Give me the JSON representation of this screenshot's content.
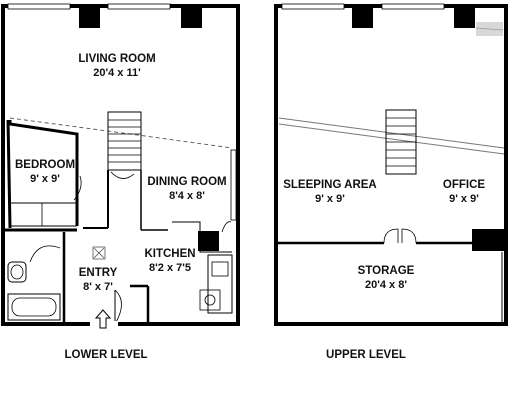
{
  "lower_level": {
    "label": "LOWER LEVEL",
    "rooms": {
      "living_room": {
        "name": "LIVING ROOM",
        "dims": "20'4 x 11'"
      },
      "bedroom": {
        "name": "BEDROOM",
        "dims": "9' x 9'"
      },
      "dining_room": {
        "name": "DINING ROOM",
        "dims": "8'4 x 8'"
      },
      "kitchen": {
        "name": "KITCHEN",
        "dims": "8'2 x 7'5"
      },
      "entry": {
        "name": "ENTRY",
        "dims": "8' x 7'"
      }
    }
  },
  "upper_level": {
    "label": "UPPER LEVEL",
    "rooms": {
      "sleeping_area": {
        "name": "SLEEPING AREA",
        "dims": "9' x 9'"
      },
      "office": {
        "name": "OFFICE",
        "dims": "9' x 9'"
      },
      "storage": {
        "name": "STORAGE",
        "dims": "20'4 x 8'"
      }
    }
  }
}
